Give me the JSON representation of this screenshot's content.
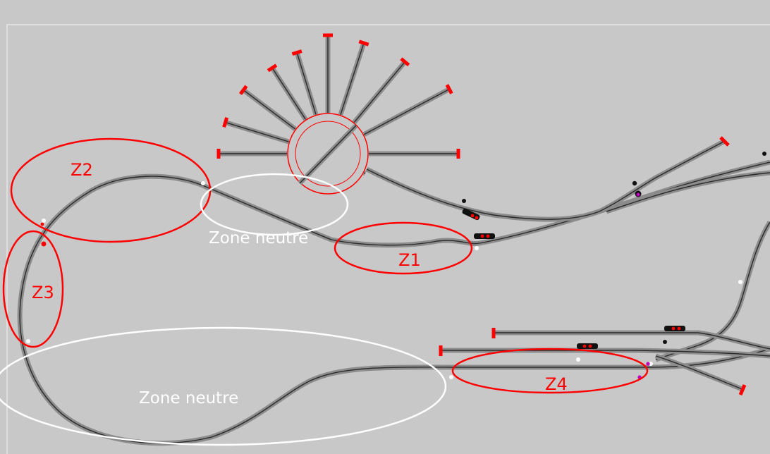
{
  "colors": {
    "background": "#c8c8c8",
    "track_rail": "#2a2a2a",
    "track_bed": "#8c8c8c",
    "buffer_stop": "#ff0000",
    "zone_red": "#ff0000",
    "zone_white": "#ffffff",
    "sensor": "#ffffff",
    "signal_body": "#111111",
    "signal_red": "#ff0000",
    "accent_magenta": "#c000c0"
  },
  "zones": [
    {
      "id": "z1",
      "label": "Z1",
      "color": "red"
    },
    {
      "id": "z2",
      "label": "Z2",
      "color": "red"
    },
    {
      "id": "z3",
      "label": "Z3",
      "color": "red"
    },
    {
      "id": "z4",
      "label": "Z4",
      "color": "red"
    },
    {
      "id": "neutral-top",
      "label": "Zone neutre",
      "color": "white"
    },
    {
      "id": "neutral-bottom",
      "label": "Zone neutre",
      "color": "white"
    }
  ],
  "turntable": {
    "icon": "turntable-icon",
    "tracks": 11
  }
}
